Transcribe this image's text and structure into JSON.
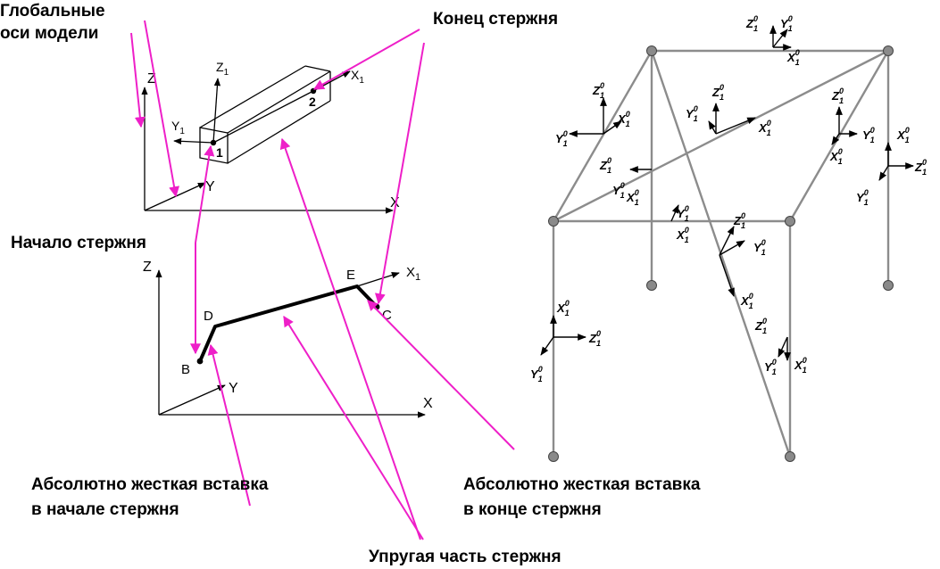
{
  "labels": {
    "global_axes_line1": "Глобальные",
    "global_axes_line2": "оси модели",
    "bar_end": "Конец стержня",
    "bar_start": "Начало стержня",
    "rigid_start_line1": "Абсолютно жесткая вставка",
    "rigid_start_line2": "в начале стержня",
    "rigid_end_line1": "Абсолютно жесткая вставка",
    "rigid_end_line2": "в конце стержня",
    "elastic_part": "Упругая часть стержня"
  },
  "top_figure": {
    "axis_z": "Z",
    "axis_y": "Y",
    "axis_x": "X",
    "local_z": "Z",
    "local_y": "Y",
    "local_x": "X",
    "local_sub": "1",
    "node1": "1",
    "node2": "2"
  },
  "mid_figure": {
    "axis_z": "Z",
    "axis_y": "Y",
    "axis_x": "X",
    "local_x": "X",
    "local_sub": "1",
    "point_b": "B",
    "point_c": "C",
    "point_d": "D",
    "point_e": "E"
  },
  "frame_axes": {
    "x": "X",
    "y": "Y",
    "z": "Z",
    "sub": "1",
    "sup": "0"
  },
  "colors": {
    "callout": "#ee1fc8",
    "frame": "#8c8c8c",
    "node_fill": "#8a8a8a"
  }
}
